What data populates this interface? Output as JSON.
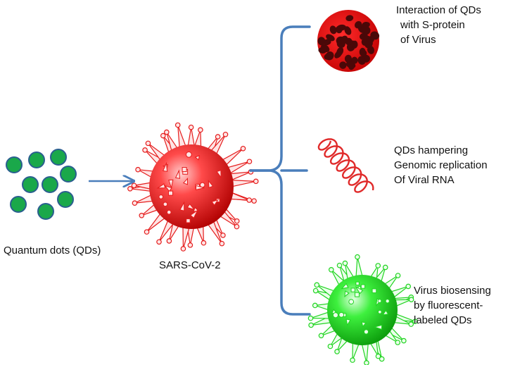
{
  "colors": {
    "qd_fill": "#1aa84a",
    "qd_border": "#2a5f8f",
    "arrow": "#4a7ebb",
    "virus_red": "#e51c1c",
    "virus_green": "#21d421",
    "dark_red_spots": "#4a0808",
    "rna_red": "#e02a2a"
  },
  "labels": {
    "qd": "Quantum dots (QDs)",
    "sars": "SARS-CoV-2",
    "interaction": [
      "Interaction of QDs",
      "with S-protein",
      "of Virus"
    ],
    "hampering": [
      "QDs hampering",
      "Genomic replication",
      "Of Viral RNA"
    ],
    "biosensing": [
      "Virus biosensing",
      "by fluorescent-",
      "labeled QDs"
    ]
  },
  "icons": {
    "qd_cluster": "quantum-dot-circles",
    "virus_red": "coronavirus-red",
    "virus_dots": "virus-with-qd-spots",
    "rna": "rna-helix",
    "virus_green": "coronavirus-green"
  }
}
